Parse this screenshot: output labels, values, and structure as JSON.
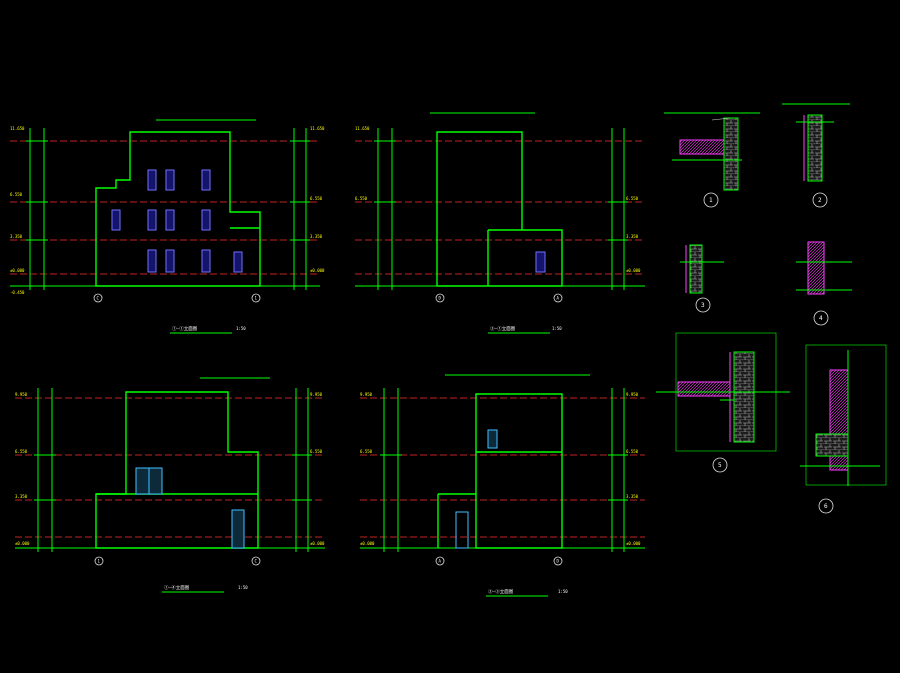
{
  "drawing": {
    "elevation_titles": [
      "①–①立面图",
      "③–①立面图",
      "①–④立面图",
      "③–③立面图"
    ],
    "elevation_scales": [
      "1:50",
      "1:50",
      "1:50",
      "1:50"
    ],
    "level_labels": [
      "11.650",
      "9.950",
      "6.550",
      "3.350",
      "±0.000",
      "-0.450"
    ],
    "axis_labels": [
      "C",
      "1",
      "D",
      "A",
      "1",
      "C",
      "A",
      "D"
    ],
    "detail_numbers": [
      "1",
      "2",
      "3",
      "4",
      "5",
      "6"
    ]
  },
  "colors": {
    "background": "#000000",
    "linework": "#00ff00",
    "level_lines": "#ff3030",
    "text": "#ffffff",
    "walls": "#d8d8d8",
    "details_accent": "#ff40ff"
  }
}
